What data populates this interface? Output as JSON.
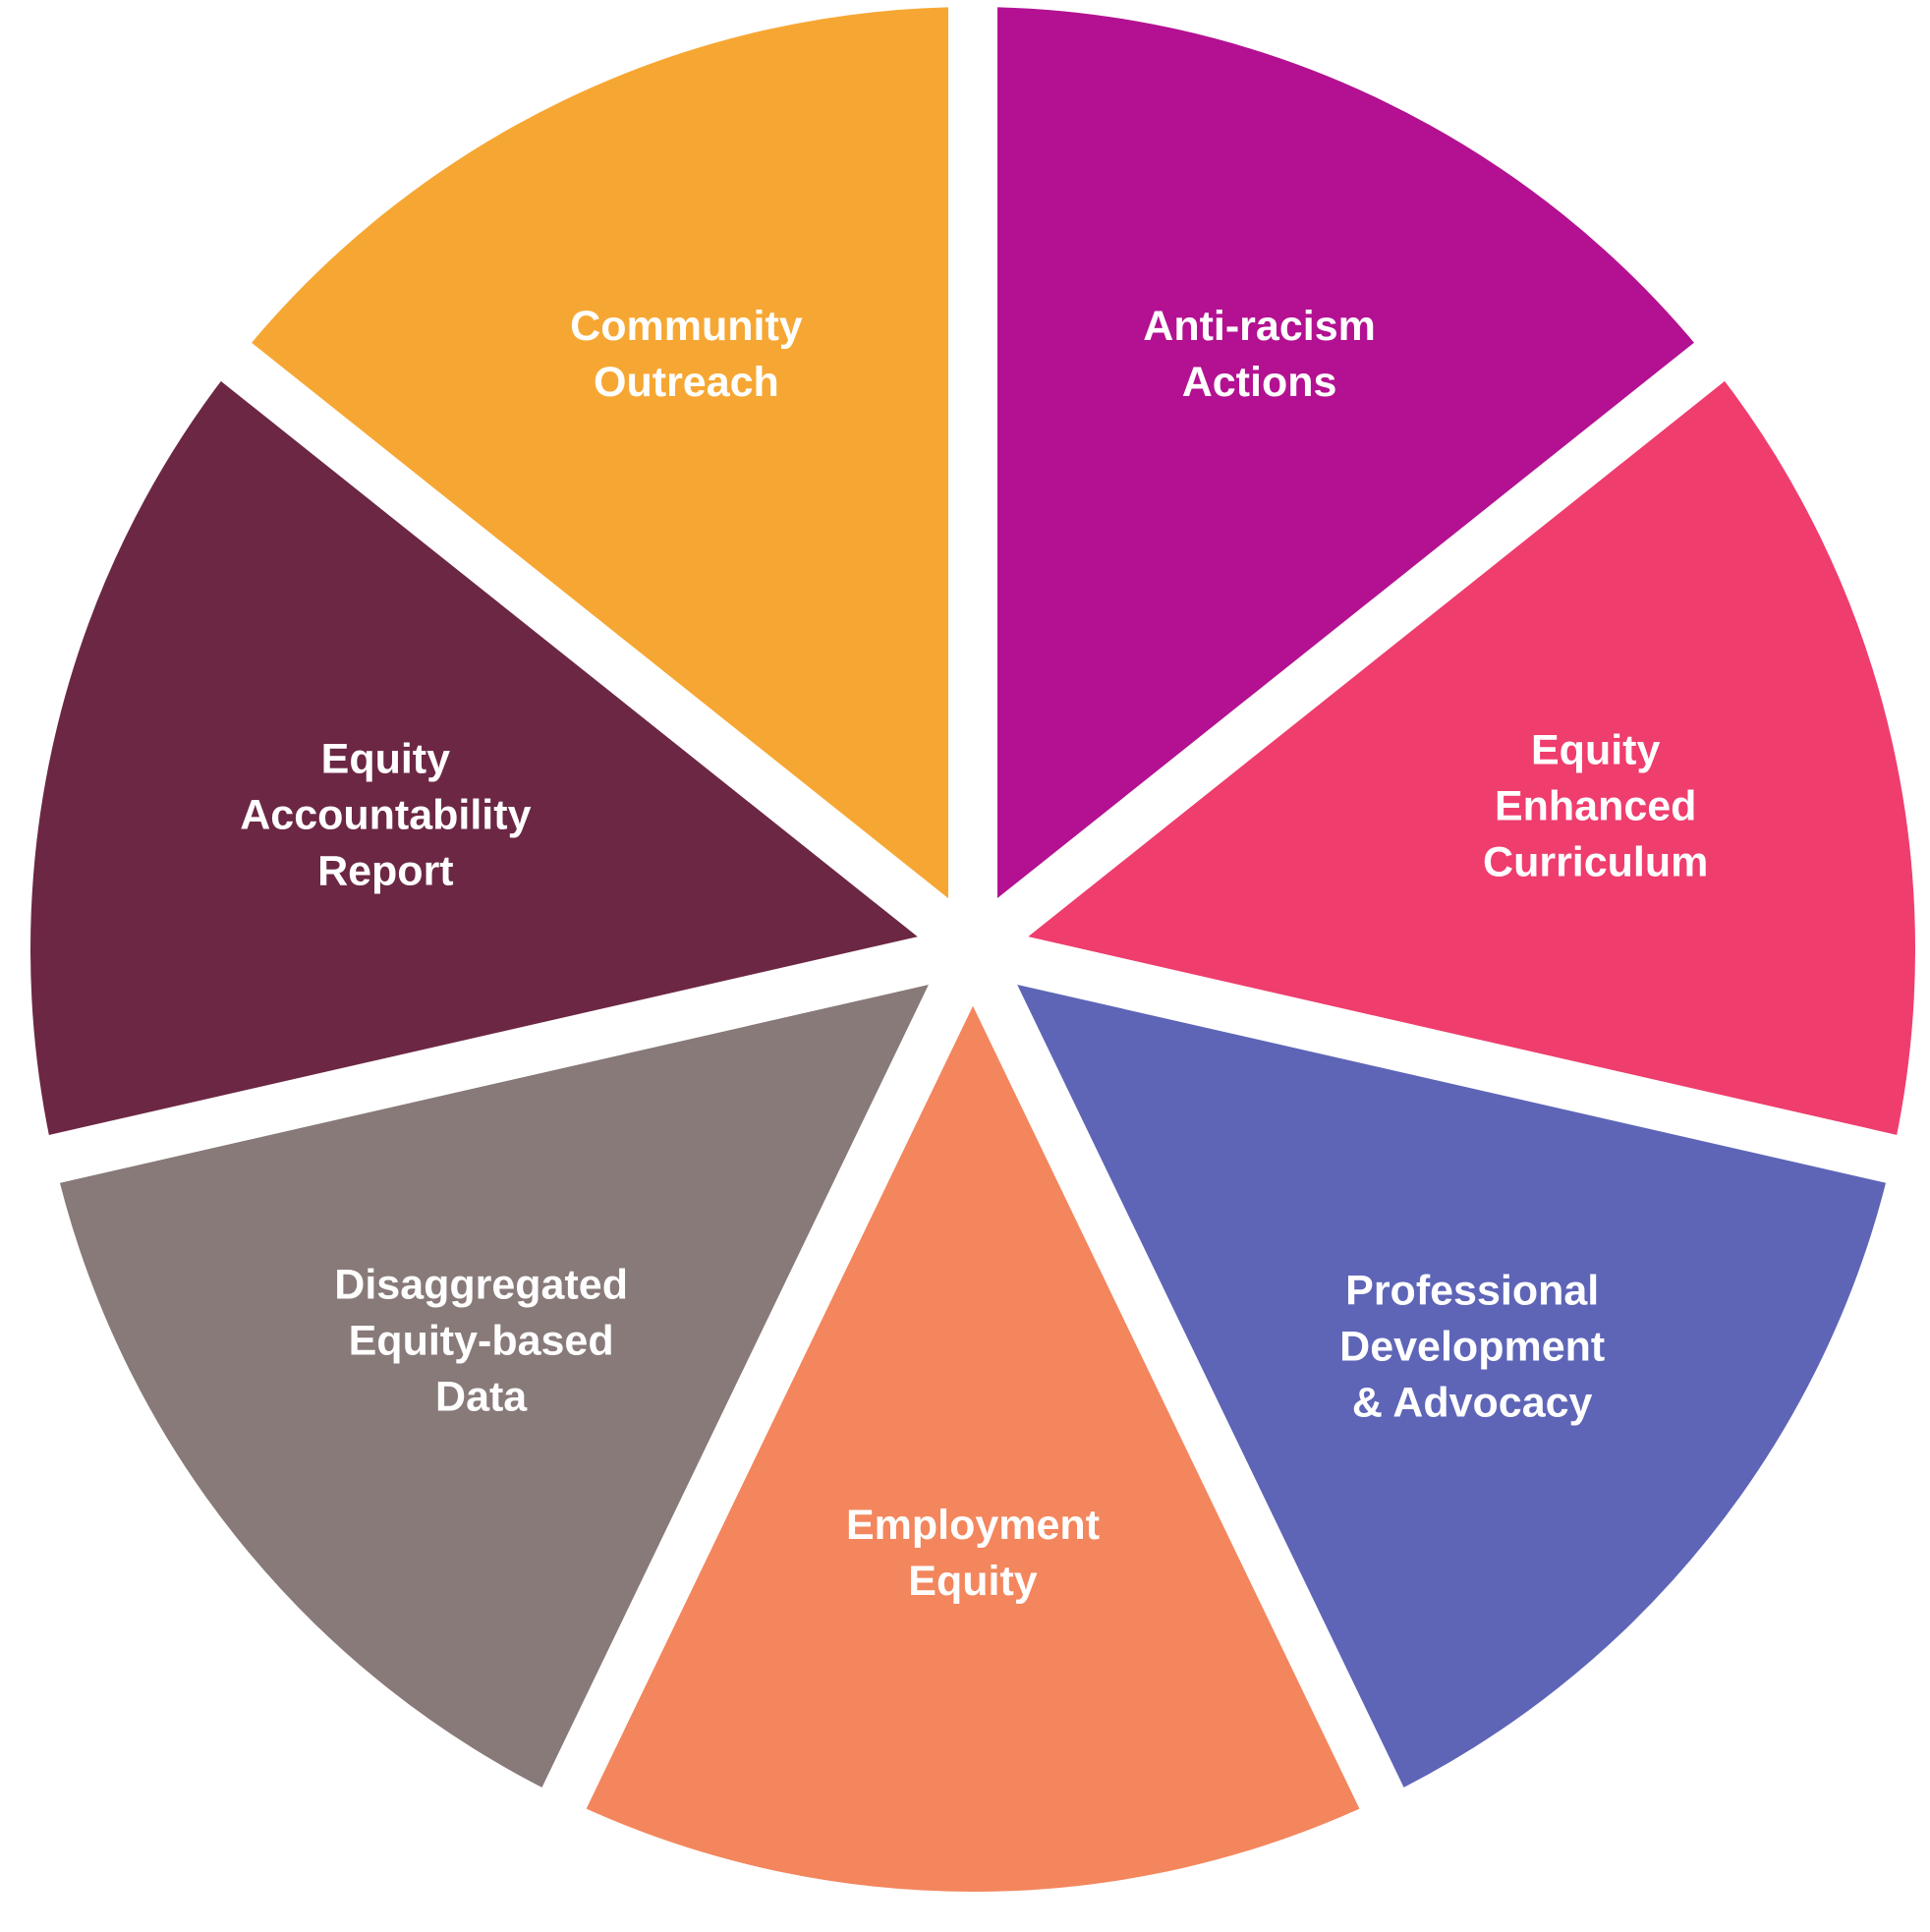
{
  "diagram": {
    "type": "segmented-wheel",
    "segments": [
      {
        "id": "anti-racism-actions",
        "lines": [
          "Anti-racism",
          "Actions"
        ],
        "color": "#B31191"
      },
      {
        "id": "equity-enhanced-curriculum",
        "lines": [
          "Equity",
          "Enhanced",
          "Curriculum"
        ],
        "color": "#EF3D6E"
      },
      {
        "id": "professional-development-advocacy",
        "lines": [
          "Professional",
          "Development",
          "& Advocacy"
        ],
        "color": "#5E65B7"
      },
      {
        "id": "employment-equity",
        "lines": [
          "Employment",
          "Equity"
        ],
        "color": "#F3865D"
      },
      {
        "id": "disaggregated-equity-based-data",
        "lines": [
          "Disaggregated",
          "Equity-based",
          "Data"
        ],
        "color": "#877A78"
      },
      {
        "id": "equity-accountability-report",
        "lines": [
          "Equity",
          "Accountability",
          "Report"
        ],
        "color": "#6C2744"
      },
      {
        "id": "community-outreach",
        "lines": [
          "Community",
          "Outreach"
        ],
        "color": "#F6A733"
      }
    ]
  }
}
